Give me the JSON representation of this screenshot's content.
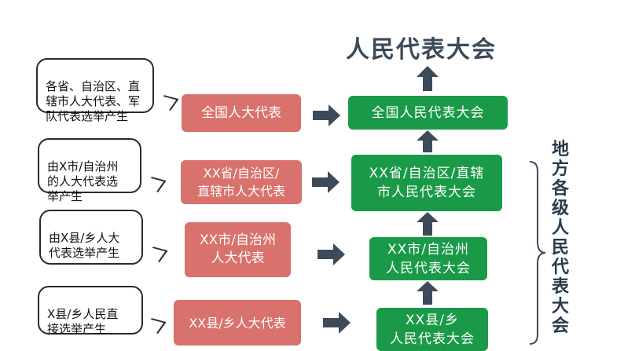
{
  "title": "人民代表大会",
  "bubbles": [
    "各省、自治区、直\n辖市人大代表、军\n队代表选举产生",
    "由X市/自治州\n的人大代表选\n举产生",
    "由X县/乡人大\n代表选举产生",
    "X县/乡人民直\n接选举产生"
  ],
  "delegates": [
    "全国人大代表",
    "XX省/自治区/\n直辖市人大代表",
    "XX市/自治州\n人大代表",
    "XX县/乡人大代表"
  ],
  "congresses": [
    "全国人民代表大会",
    "XX省/自治区/直辖\n市人民代表大会",
    "XX市/自治州\n人民代表大会",
    "XX县/乡\n人民代表大会"
  ],
  "side_label": "地\n方\n各\n级\n人\n民\n代\n表\n大\n会",
  "colors": {
    "delegate_box": "#d9716c",
    "congress_box": "#1a9a48",
    "arrow": "#3d4a5a"
  }
}
